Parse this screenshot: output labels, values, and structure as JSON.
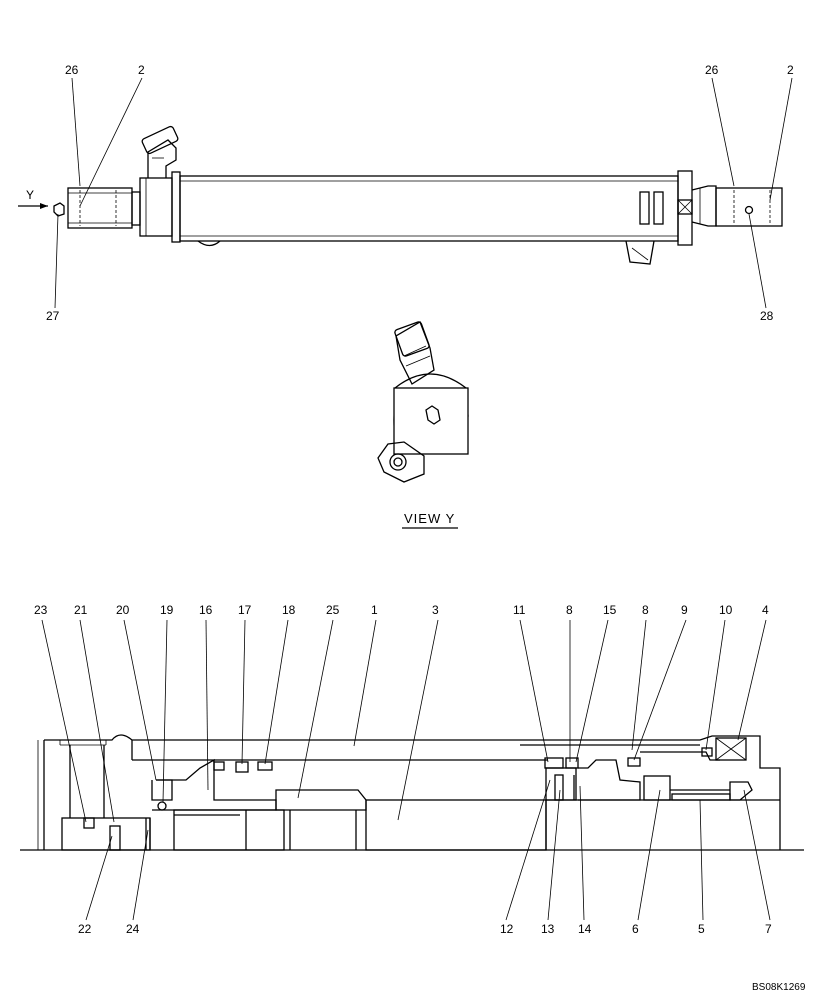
{
  "top_view": {
    "left_labels": [
      "26",
      "2",
      "27"
    ],
    "right_labels": [
      "26",
      "2",
      "28"
    ],
    "arrow_label": "Y"
  },
  "view_y": {
    "caption": "VIEW Y"
  },
  "section_view": {
    "top_labels": [
      "23",
      "21",
      "20",
      "19",
      "16",
      "17",
      "18",
      "25",
      "1",
      "3",
      "11",
      "8",
      "15",
      "8",
      "9",
      "10",
      "4"
    ],
    "bottom_labels": [
      "22",
      "24",
      "12",
      "13",
      "14",
      "6",
      "5",
      "7"
    ]
  },
  "drawing_code": "BS08K1269"
}
